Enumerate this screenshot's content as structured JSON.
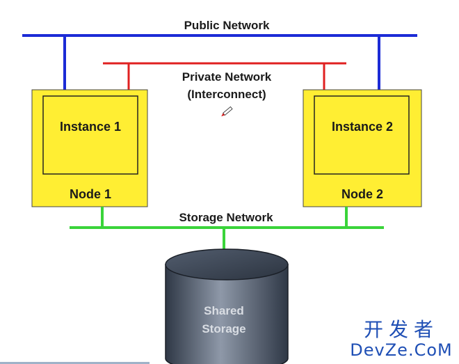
{
  "networks": {
    "public_label": "Public Network",
    "private_label_line1": "Private Network",
    "private_label_line2": "(Interconnect)",
    "storage_label": "Storage Network"
  },
  "nodes": [
    {
      "node_label": "Node 1",
      "instance_label": "Instance 1"
    },
    {
      "node_label": "Node 2",
      "instance_label": "Instance 2"
    }
  ],
  "storage": {
    "label_line1": "Shared",
    "label_line2": "Storage"
  },
  "watermark": {
    "chinese": "开发者",
    "latin": "DevZe.CoM"
  },
  "colors": {
    "public_network": "#1c2bd6",
    "private_network": "#e02020",
    "storage_network": "#3ad43a",
    "node_fill": "#ffee33",
    "instance_border": "#222222",
    "cylinder_dark": "#3c4656",
    "cylinder_light": "#8e98a8",
    "watermark": "#1f4fb5"
  },
  "icons": {
    "cursor": "pencil-cursor-icon"
  }
}
